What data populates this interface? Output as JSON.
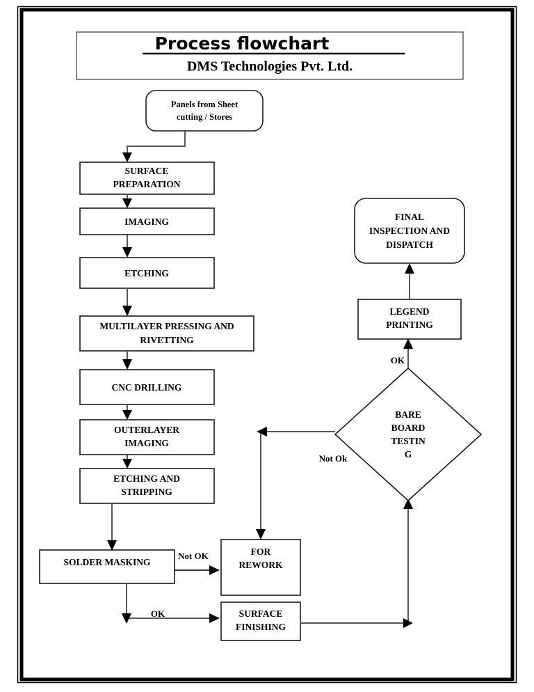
{
  "document": {
    "title": "Process flowchart",
    "subtitle": "DMS Technologies Pvt. Ltd."
  },
  "chart_data": {
    "type": "diagram",
    "title": "Process flowchart",
    "subtitle": "DMS Technologies Pvt. Ltd.",
    "nodes": [
      {
        "id": "start",
        "label": "Panels from Sheet cutting / Stores",
        "shape": "terminator"
      },
      {
        "id": "surface_prep",
        "label": "SURFACE PREPARATION",
        "shape": "process"
      },
      {
        "id": "imaging",
        "label": "IMAGING",
        "shape": "process"
      },
      {
        "id": "etching",
        "label": "ETCHING",
        "shape": "process"
      },
      {
        "id": "multilayer",
        "label": "MULTILAYER PRESSING AND RIVETTING",
        "shape": "process"
      },
      {
        "id": "cnc",
        "label": "CNC DRILLING",
        "shape": "process"
      },
      {
        "id": "outerlayer",
        "label": "OUTERLAYER IMAGING",
        "shape": "process"
      },
      {
        "id": "etch_strip",
        "label": "ETCHING AND STRIPPING",
        "shape": "process"
      },
      {
        "id": "solder_mask",
        "label": "SOLDER MASKING",
        "shape": "process"
      },
      {
        "id": "rework",
        "label": "FOR REWORK",
        "shape": "process"
      },
      {
        "id": "surf_finish",
        "label": "SURFACE FINISHING",
        "shape": "process"
      },
      {
        "id": "bbt",
        "label": "BARE BOARD TESTIN G",
        "shape": "decision"
      },
      {
        "id": "legend",
        "label": "LEGEND PRINTING",
        "shape": "process"
      },
      {
        "id": "final",
        "label": "FINAL INSPECTION AND DISPATCH",
        "shape": "terminator"
      }
    ],
    "edges": [
      {
        "from": "start",
        "to": "surface_prep",
        "label": ""
      },
      {
        "from": "surface_prep",
        "to": "imaging",
        "label": ""
      },
      {
        "from": "imaging",
        "to": "etching",
        "label": ""
      },
      {
        "from": "etching",
        "to": "multilayer",
        "label": ""
      },
      {
        "from": "multilayer",
        "to": "cnc",
        "label": ""
      },
      {
        "from": "cnc",
        "to": "outerlayer",
        "label": ""
      },
      {
        "from": "outerlayer",
        "to": "etch_strip",
        "label": ""
      },
      {
        "from": "etch_strip",
        "to": "solder_mask",
        "label": ""
      },
      {
        "from": "solder_mask",
        "to": "rework",
        "label": "Not OK"
      },
      {
        "from": "solder_mask",
        "to": "surf_finish",
        "label": "OK"
      },
      {
        "from": "surf_finish",
        "to": "bbt",
        "label": ""
      },
      {
        "from": "bbt",
        "to": "rework",
        "label": "Not Ok"
      },
      {
        "from": "bbt",
        "to": "legend",
        "label": "OK"
      },
      {
        "from": "legend",
        "to": "final",
        "label": ""
      }
    ]
  },
  "nodes": {
    "start": {
      "line1": "Panels from Sheet",
      "line2": "cutting / Stores"
    },
    "surface_prep": {
      "line1": "SURFACE",
      "line2": "PREPARATION"
    },
    "imaging": {
      "line1": "IMAGING"
    },
    "etching": {
      "line1": "ETCHING"
    },
    "multilayer": {
      "line1": "MULTILAYER PRESSING AND",
      "line2": "RIVETTING"
    },
    "cnc": {
      "line1": "CNC DRILLING"
    },
    "outerlayer": {
      "line1": "OUTERLAYER",
      "line2": "IMAGING"
    },
    "etch_strip": {
      "line1": "ETCHING AND",
      "line2": "STRIPPING"
    },
    "solder_mask": {
      "line1": "SOLDER MASKING"
    },
    "rework": {
      "line1": "FOR",
      "line2": "REWORK"
    },
    "surf_finish": {
      "line1": "SURFACE",
      "line2": "FINISHING"
    },
    "bbt": {
      "line1": "BARE",
      "line2": "BOARD",
      "line3": "TESTIN",
      "line4": "G"
    },
    "legend": {
      "line1": "LEGEND",
      "line2": "PRINTING"
    },
    "final": {
      "line1": "FINAL",
      "line2": "INSPECTION AND",
      "line3": "DISPATCH"
    }
  },
  "labels": {
    "not_ok_solder": "Not OK",
    "ok_solder": "OK",
    "not_ok_bbt": "Not Ok",
    "ok_bbt": "OK"
  },
  "colors": {
    "ink": "#000000",
    "node_stroke": "#1a1a1a",
    "connector": "#585858",
    "background": "#ffffff"
  }
}
